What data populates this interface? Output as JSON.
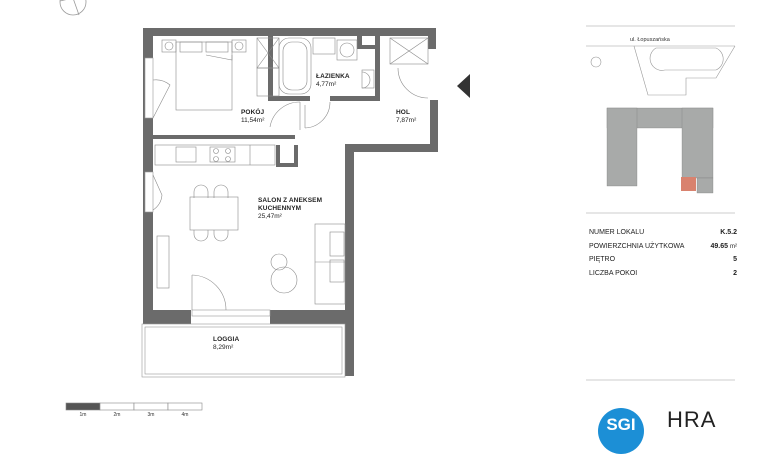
{
  "plan": {
    "rooms": [
      {
        "name": "POKÓJ",
        "area": "11,54m²"
      },
      {
        "name": "ŁAZIENKA",
        "area": "4,77m²"
      },
      {
        "name": "HOL",
        "area": "7,87m²"
      },
      {
        "name": "SALON Z ANEKSEM",
        "name2": "KUCHENNYM",
        "area": "25,47m²"
      },
      {
        "name": "LOGGIA",
        "area": "8,29m²"
      }
    ],
    "colors": {
      "wall": "#6b6b6b",
      "line": "#9a9a9a",
      "entrance_marker": "#333333"
    }
  },
  "scale_bar": {
    "labels": [
      "1m",
      "2m",
      "3m",
      "4m"
    ]
  },
  "location_map": {
    "street": "ul. Łopuszańska",
    "highlight_color": "#d9826e",
    "building_color": "#a8aaa9"
  },
  "unit_info": {
    "rows": [
      {
        "label": "NUMER LOKALU",
        "value": "K.5.2",
        "unit": ""
      },
      {
        "label": "POWIERZCHNIA UŻYTKOWA",
        "value": "49.65",
        "unit": "m²"
      },
      {
        "label": "PIĘTRO",
        "value": "5",
        "unit": ""
      },
      {
        "label": "LICZBA POKOI",
        "value": "2",
        "unit": ""
      }
    ]
  },
  "logos": {
    "left": "SGI",
    "right": "HRA"
  }
}
